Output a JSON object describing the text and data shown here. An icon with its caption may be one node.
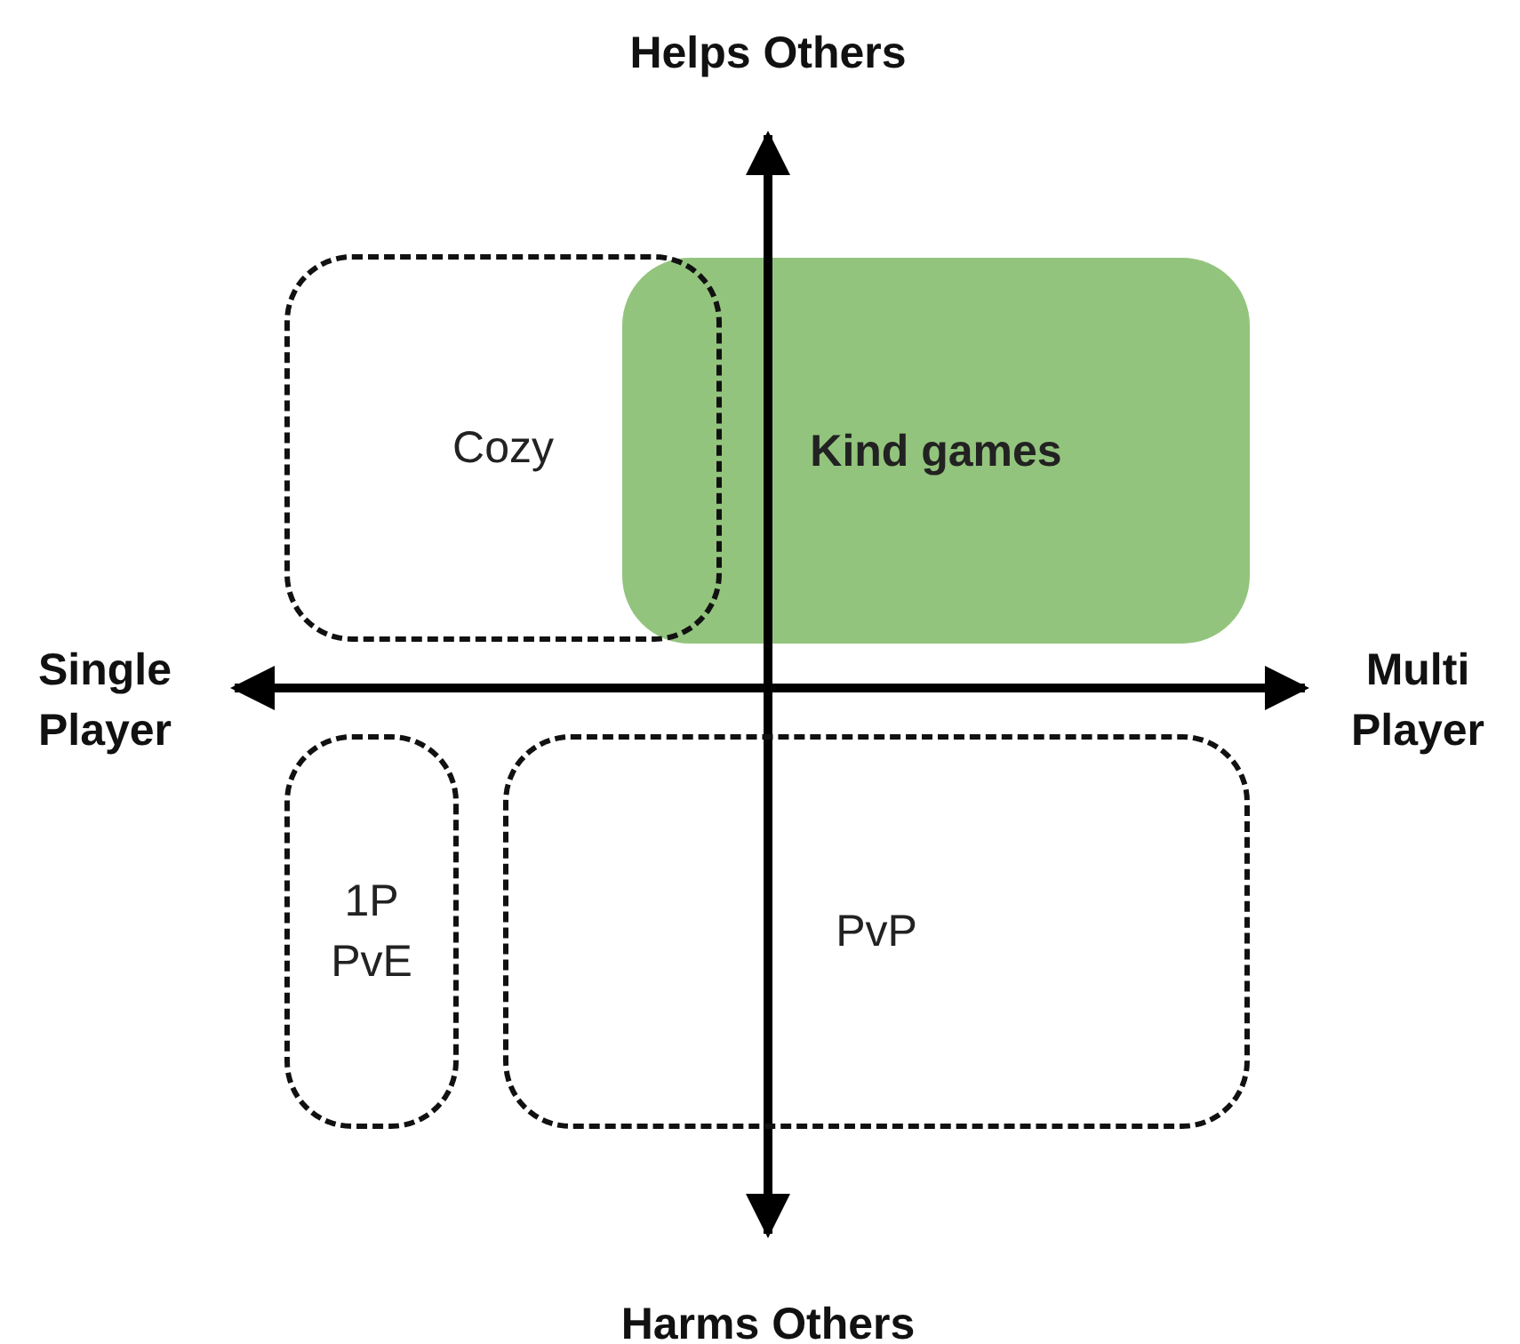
{
  "diagram": {
    "nodes": [
      {
        "text": [
          "Cozy"
        ]
      },
      {
        "text": [
          "Kind games"
        ]
      },
      {
        "text": [
          "1P PvE"
        ]
      },
      {
        "text": [
          "PvP"
        ]
      }
    ],
    "labels": [
      "Helps Others",
      "Single Player",
      "Multi Player",
      "Harms Others"
    ]
  }
}
